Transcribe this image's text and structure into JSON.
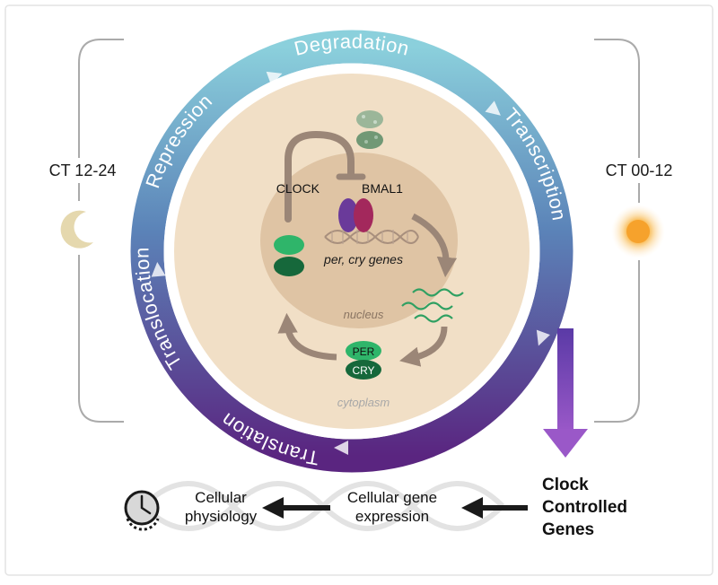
{
  "phases": {
    "left": "CT 12-24",
    "right": "CT 00-12"
  },
  "ring_labels": {
    "degradation": "Degradation",
    "transcription": "Transcription",
    "translation": "Translation",
    "translocation": "Translocation",
    "repression": "Repression"
  },
  "nucleus": {
    "clock": "CLOCK",
    "bmal1": "BMAL1",
    "genes": "per, cry genes",
    "label": "nucleus"
  },
  "cytoplasm": {
    "per": "PER",
    "cry": "CRY",
    "label": "cytoplasm"
  },
  "outputs": {
    "ccg_line1": "Clock",
    "ccg_line2": "Controlled",
    "ccg_line3": "Genes",
    "expression_line1": "Cellular gene",
    "expression_line2": "expression",
    "physiology_line1": "Cellular",
    "physiology_line2": "physiology"
  },
  "colors": {
    "ring_top": "#86c9d6",
    "ring_bottom": "#5b2a82",
    "cell": "#f1dfc6",
    "nucleus": "#dfc4a4",
    "clock_protein": "#6a3a9a",
    "bmal1_protein": "#a3285c",
    "per_protein": "#2fb56a",
    "cry_protein": "#16683b",
    "sun": "#f5a623",
    "moon": "#e3d6ad",
    "arrow_purple": "#7a3fb0"
  }
}
